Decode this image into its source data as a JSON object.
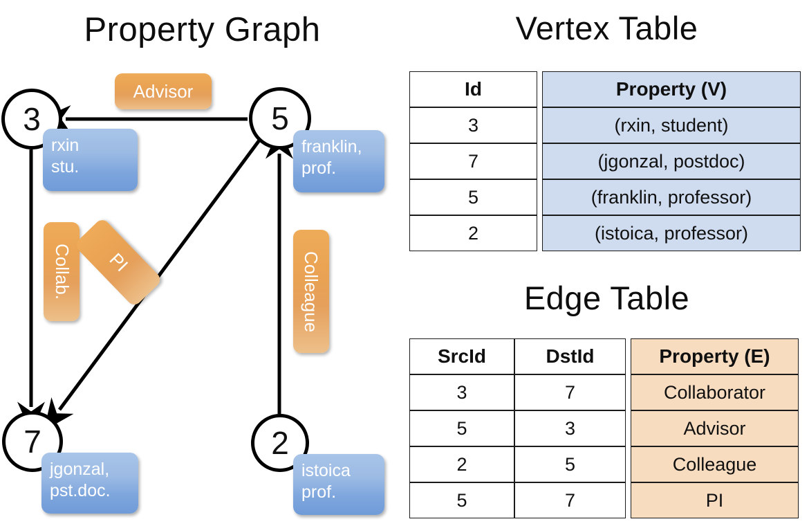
{
  "titles": {
    "property_graph": "Property Graph",
    "vertex_table": "Vertex Table",
    "edge_table": "Edge Table"
  },
  "graph": {
    "vertices": [
      {
        "id": "3",
        "name": "rxin",
        "role": "stu.",
        "box_text": "rxin\nstu."
      },
      {
        "id": "5",
        "name": "franklin",
        "role": "prof.",
        "box_text": "franklin,\nprof."
      },
      {
        "id": "7",
        "name": "jgonzal",
        "role": "pst.doc.",
        "box_text": "jgonzal,\npst.doc."
      },
      {
        "id": "2",
        "name": "istoica",
        "role": "prof.",
        "box_text": "istoica\nprof."
      }
    ],
    "edge_labels": [
      {
        "key": "advisor",
        "label": "Advisor"
      },
      {
        "key": "collab",
        "label": "Collab."
      },
      {
        "key": "pi",
        "label": "PI"
      },
      {
        "key": "colleague",
        "label": "Colleague"
      }
    ]
  },
  "vertex_table": {
    "headers": [
      "Id",
      "Property (V)"
    ],
    "rows": [
      [
        "3",
        "(rxin, student)"
      ],
      [
        "7",
        "(jgonzal, postdoc)"
      ],
      [
        "5",
        "(franklin, professor)"
      ],
      [
        "2",
        "(istoica, professor)"
      ]
    ]
  },
  "edge_table": {
    "headers": [
      "SrcId",
      "DstId",
      "Property (E)"
    ],
    "rows": [
      [
        "3",
        "7",
        "Collaborator"
      ],
      [
        "5",
        "3",
        "Advisor"
      ],
      [
        "2",
        "5",
        "Colleague"
      ],
      [
        "5",
        "7",
        "PI"
      ]
    ]
  },
  "colors": {
    "vertex_property_fill": "#cfdcef",
    "edge_property_fill": "#f7dcc0",
    "node_box_blue": "#7ea6dd",
    "edge_label_orange": "#e9a253",
    "stroke": "#000000",
    "background": "#ffffff"
  }
}
